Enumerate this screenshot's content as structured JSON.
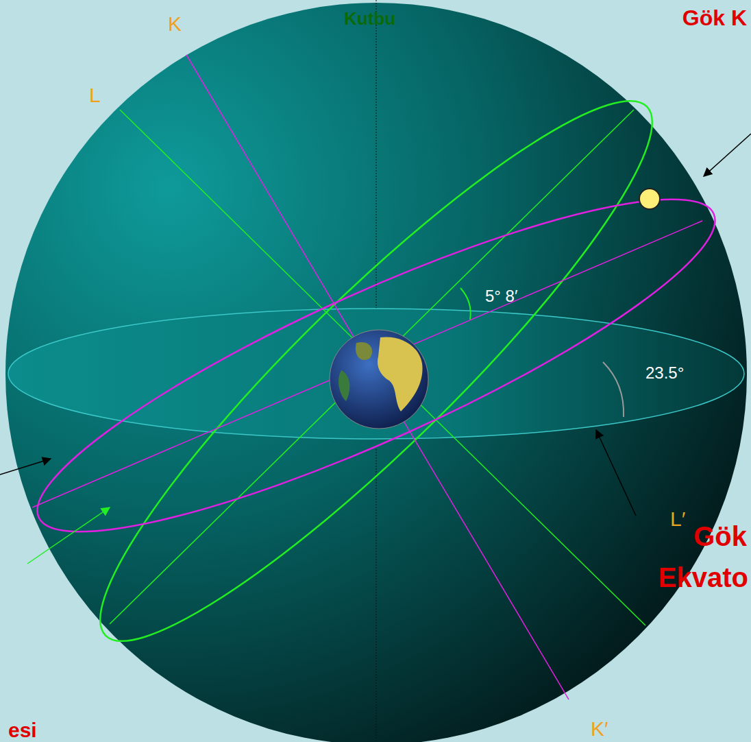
{
  "diagram": {
    "labels": [
      "Kutbu",
      "Gök K",
      "K",
      "L",
      "5° 8′",
      "23.5°",
      "Gök",
      "Ekvato",
      "L′",
      "K′",
      "esi"
    ]
  }
}
